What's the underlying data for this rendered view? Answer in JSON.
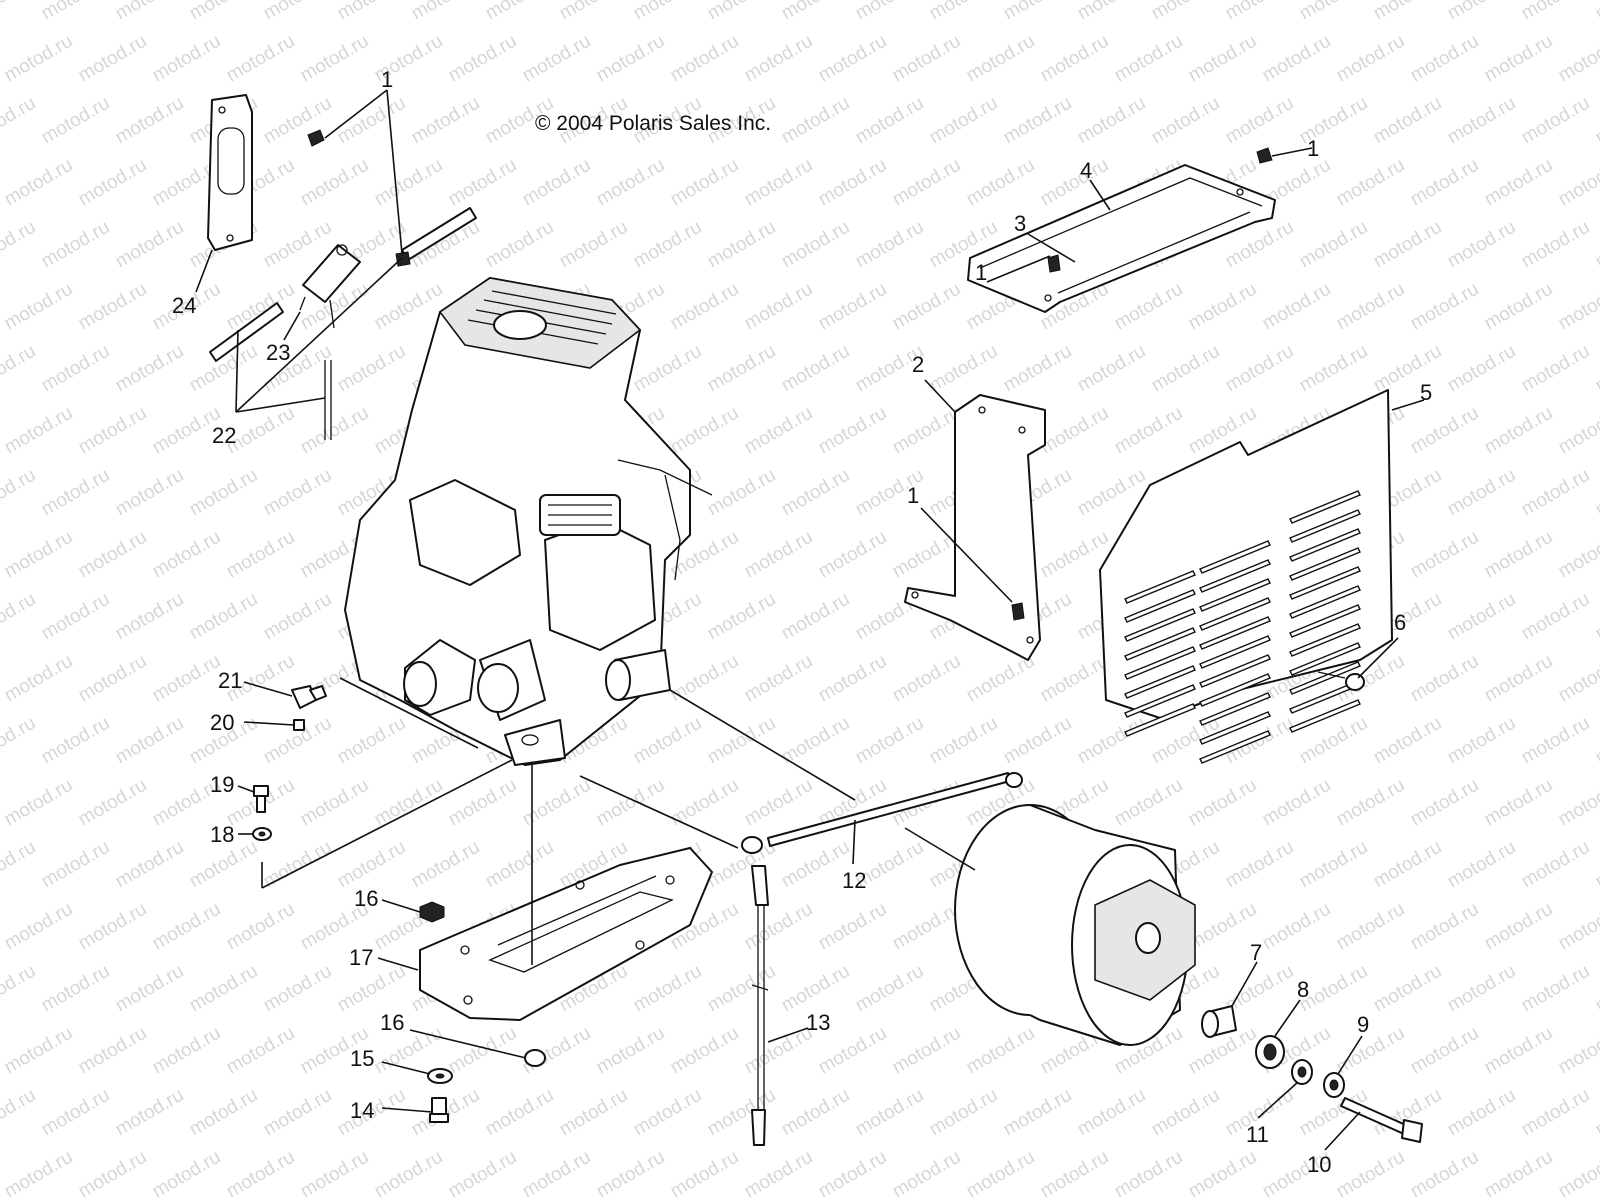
{
  "copyright": "© 2004 Polaris Sales Inc.",
  "watermark_text": "motod.ru",
  "callouts": [
    "1",
    "1",
    "1",
    "1",
    "2",
    "3",
    "4",
    "5",
    "6",
    "7",
    "8",
    "9",
    "10",
    "11",
    "12",
    "13",
    "14",
    "15",
    "16",
    "16",
    "17",
    "18",
    "19",
    "20",
    "21",
    "22",
    "23",
    "24"
  ]
}
